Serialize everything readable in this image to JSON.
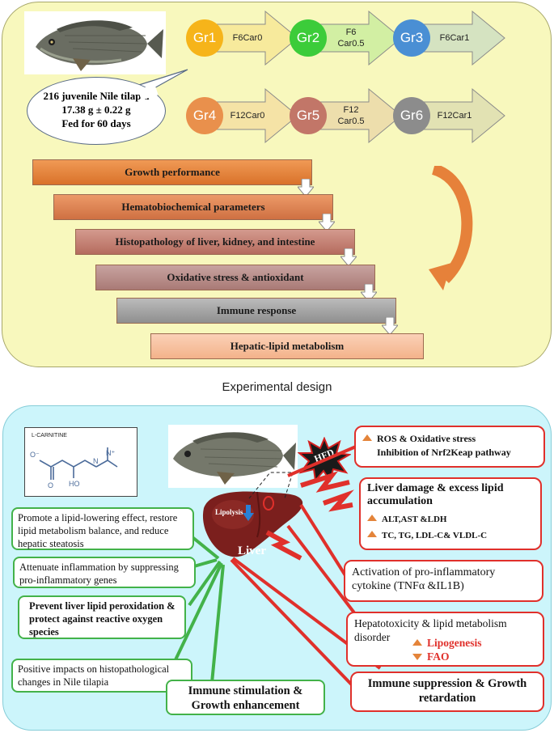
{
  "experiment": {
    "subject_lines": [
      "216 juvenile Nile tilapia",
      "17.38 g ± 0.22 g",
      "Fed for 60 days"
    ],
    "groups": [
      {
        "id": "Gr1",
        "label": "F6Car0",
        "color": "#f6b41a"
      },
      {
        "id": "Gr2",
        "label": "F6\nCar0.5",
        "color": "#3ccc3a"
      },
      {
        "id": "Gr3",
        "label": "F6Car1",
        "color": "#4a8fd4"
      },
      {
        "id": "Gr4",
        "label": "F12Car0",
        "color": "#e9904c"
      },
      {
        "id": "Gr5",
        "label": "F12\nCar0.5",
        "color": "#c27668"
      },
      {
        "id": "Gr6",
        "label": "F12Car1",
        "color": "#8c8c8c"
      }
    ],
    "steps": [
      "Growth performance",
      "Hematobiochemical  parameters",
      "Histopathology of liver, kidney, and intestine",
      "Oxidative stress & antioxidant",
      "Immune response",
      "Hepatic-lipid metabolism"
    ],
    "caption": "Experimental design"
  },
  "mechanism": {
    "molecule_name": "L-CARNITINE",
    "hfd_label": "HFD",
    "liver_label": "Liver",
    "lipolysis_label": "Lipolysis",
    "green_boxes": [
      "Promote a lipid-lowering effect, restore lipid metabolism balance, and reduce hepatic steatosis",
      "Attenuate inflammation by suppressing pro-inflammatory genes",
      "Prevent liver lipid peroxidation & protect against reactive oxygen species",
      "Positive impacts on histopathological changes in Nile tilapia",
      "Immune stimulation & Growth enhancement"
    ],
    "red_boxes": {
      "ros_line1": "ROS & Oxidative stress",
      "ros_line2": "Inhibition of Nrf2Keap pathway",
      "liver_damage_title": "Liver damage & excess lipid accumulation",
      "liver_damage_line1": "ALT,AST &LDH",
      "liver_damage_line2": "TC, TG, LDL-C& VLDL-C",
      "inflammation": "Activation of pro-inflammatory cytokine (TNFα &IL1B)",
      "hepatotoxicity": "Hepatotoxicity & lipid metabolism disorder",
      "lipogenesis": "Lipogenesis",
      "fao": "FAO",
      "immune_suppression": "Immune suppression & Growth retardation"
    }
  }
}
